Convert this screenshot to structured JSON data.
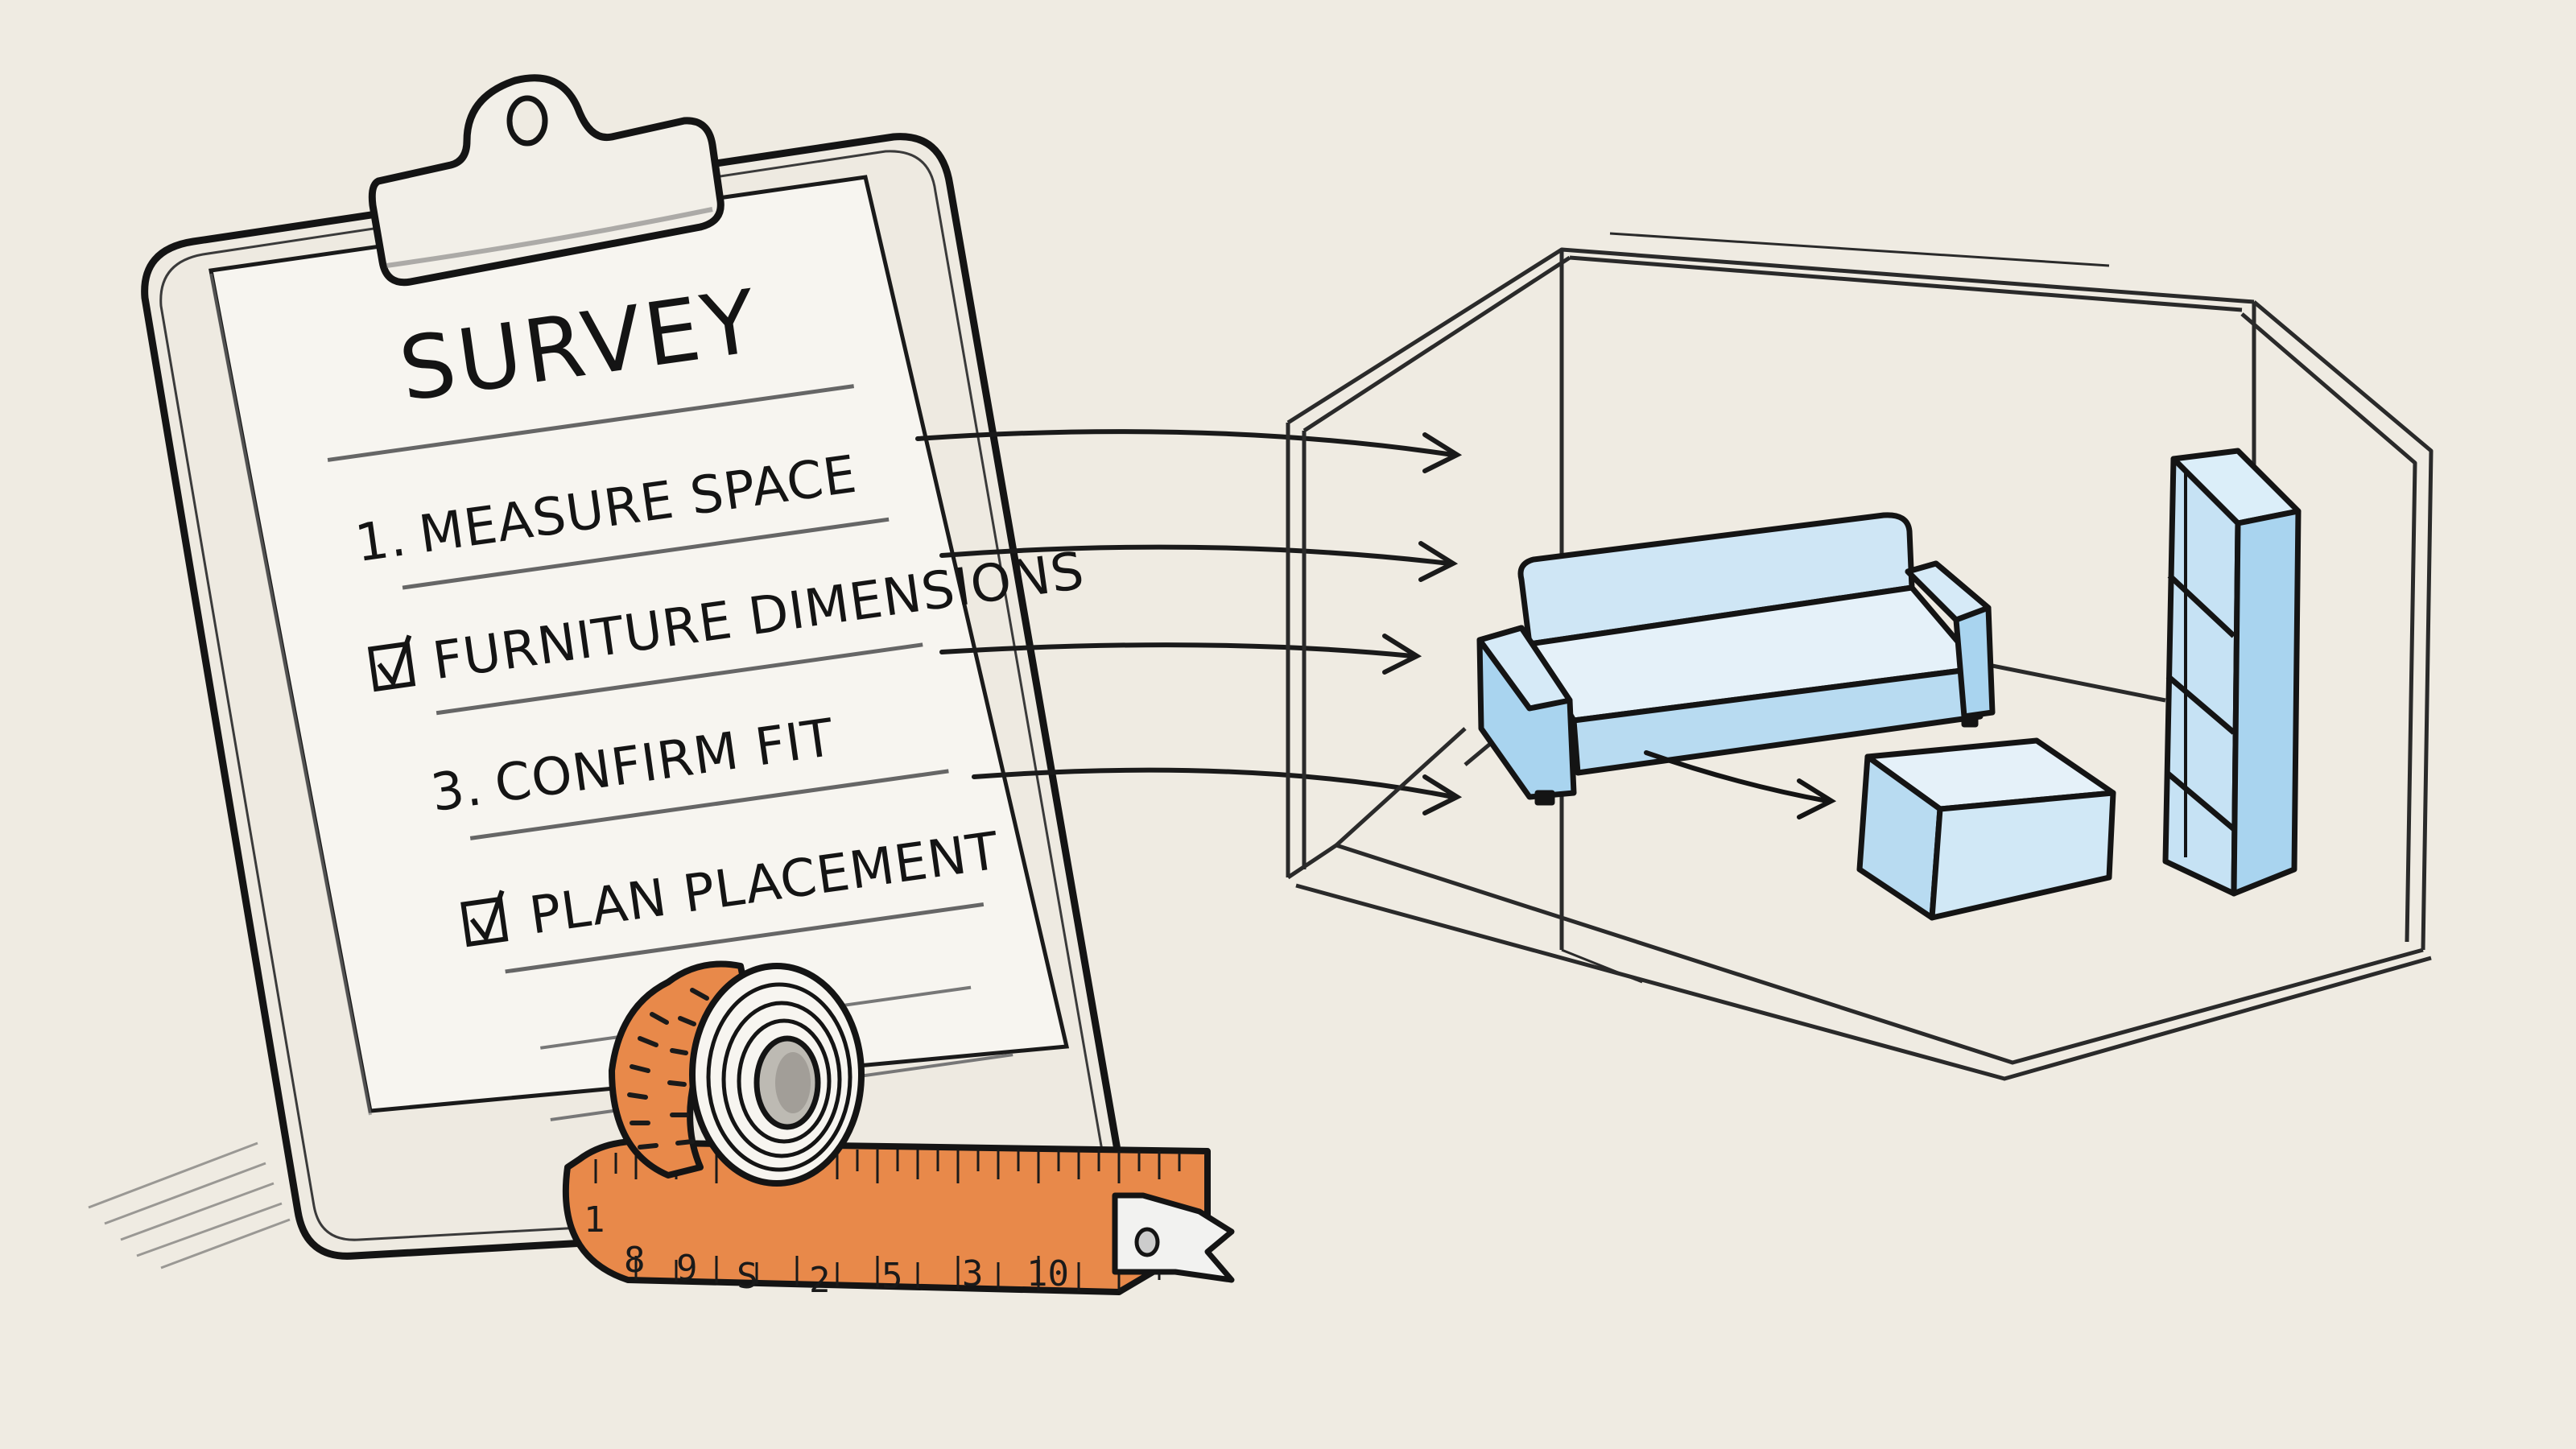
{
  "clipboard": {
    "title": "SURVEY",
    "items": [
      {
        "marker": "1.",
        "marker_type": "number",
        "label": "MEASURE SPACE"
      },
      {
        "marker": "☑",
        "marker_type": "checkbox-checked",
        "label": "FURNITURE DIMENSIONS"
      },
      {
        "marker": "3.",
        "marker_type": "number",
        "label": "CONFIRM FIT"
      },
      {
        "marker": "☑",
        "marker_type": "checkbox-checked",
        "label": "PLAN PLACEMENT"
      }
    ]
  },
  "tape_measure": {
    "color": "#e8894a",
    "numbers": [
      "1",
      "8",
      "9",
      "S",
      "2",
      "5",
      "3",
      "10"
    ]
  },
  "room": {
    "furniture": [
      "sofa",
      "ottoman",
      "bookshelf"
    ],
    "furniture_color": "#a9d4ef"
  },
  "colors": {
    "background": "#efebe2",
    "paper": "#f7f5f0",
    "ink": "#1a1a1a",
    "accent_orange": "#e8894a",
    "accent_blue": "#a9d4ef"
  }
}
